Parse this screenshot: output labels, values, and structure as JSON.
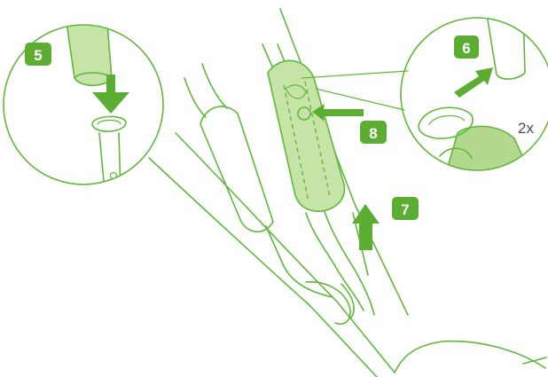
{
  "steps": [
    {
      "label": "5"
    },
    {
      "label": "6"
    },
    {
      "label": "7"
    },
    {
      "label": "8"
    }
  ],
  "repeat_label": "2x",
  "colors": {
    "line": "#5fb83a",
    "fill_light": "#c6e3a8",
    "arrow": "#5cae32",
    "text": "#4a4a4a"
  }
}
